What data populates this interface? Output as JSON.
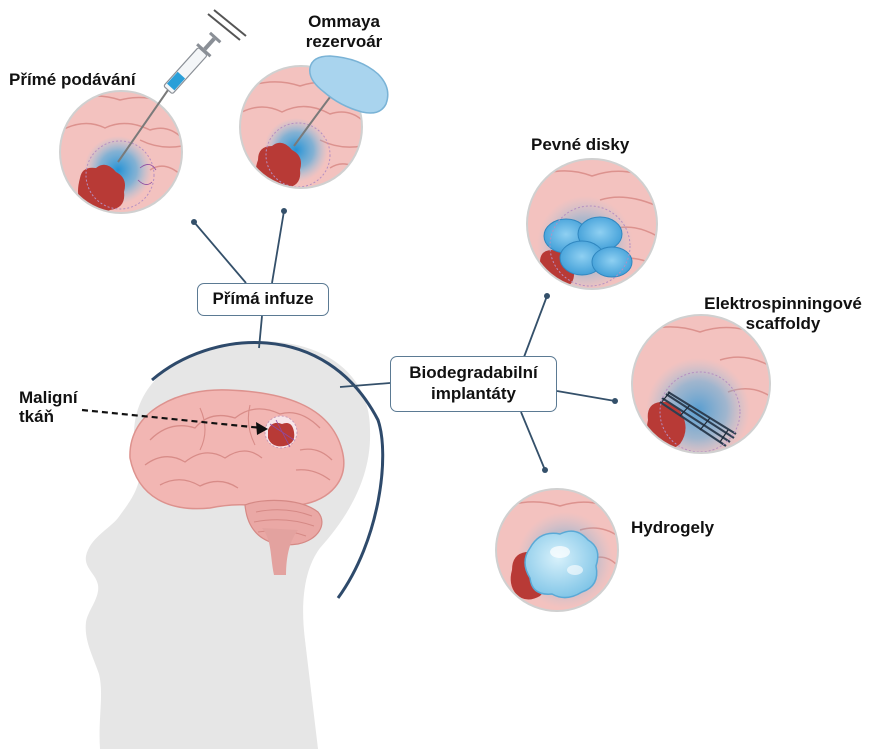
{
  "labels": {
    "direct_injection": "Přímé podávání",
    "ommaya": [
      "Ommaya",
      "rezervoár"
    ],
    "solid_disks": "Pevné disky",
    "electrospun": [
      "Elektrospinningové",
      "scaffoldy"
    ],
    "hydrogels": "Hydrogely",
    "malignant_tissue": [
      "Maligní",
      "tkáň"
    ]
  },
  "boxes": {
    "direct_infusion": "Přímá infuze",
    "biodegradable_implants": [
      "Biodegradabilní",
      "implantáty"
    ]
  },
  "colors": {
    "brain_pink": "#f2b6b3",
    "brain_fold": "#e0918d",
    "tumor_red": "#b83a36",
    "drug_blue": "#2a9fd8",
    "connector": "#34506a",
    "head_gray": "#e6e6e6"
  }
}
